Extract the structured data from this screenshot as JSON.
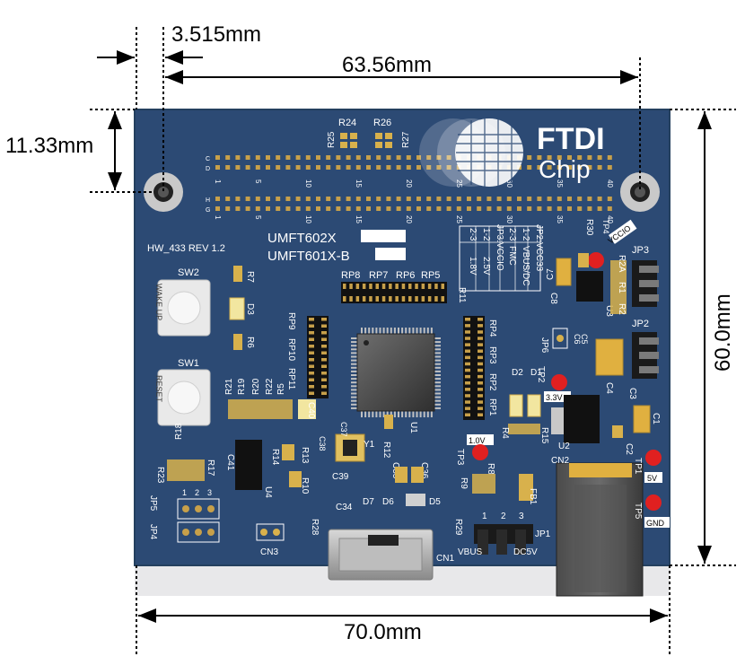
{
  "dimensions": {
    "offset_top": "3.515mm",
    "hole_span": "63.56mm",
    "hole_vertical": "11.33mm",
    "board_height": "60.0mm",
    "board_width": "70.0mm"
  },
  "board": {
    "revision": "HW_433 REV 1.2",
    "model_line1": "UMFT602X",
    "model_line2": "UMFT601X-B",
    "logo_brand": "FTDI",
    "logo_sub": "Chip",
    "colors": {
      "pcb": "#2c4a74",
      "pcb_edge": "#24405f",
      "gold": "#c7a04a",
      "silk": "#ffffff",
      "tp_red": "#e02020"
    }
  },
  "components": {
    "r24": "R24",
    "r26": "R26",
    "r25": "R25",
    "r27": "R27",
    "sw2": "SW2",
    "sw1": "SW1",
    "wake_up": "WAKE UP",
    "reset": "RESET",
    "r7": "R7",
    "d3": "D3",
    "r6": "R6",
    "rp8": "RP8",
    "rp7": "RP7",
    "rp6": "RP6",
    "rp5": "RP5",
    "r11": "R11",
    "rp9": "RP9",
    "rp10": "RP10",
    "rp11": "RP11",
    "rp4": "RP4",
    "rp3": "RP3",
    "rp2": "RP2",
    "rp1": "RP1",
    "u1": "U1",
    "r12": "R12",
    "y1": "Y1",
    "c35": "C35",
    "c36": "C36",
    "c39": "C39",
    "r21": "R21",
    "r19": "R19",
    "r20": "R20",
    "r22": "R22",
    "r5": "R5",
    "c40": "C40",
    "r18": "R18",
    "r23": "R23",
    "r17": "R17",
    "c41": "C41",
    "u4": "U4",
    "r14": "R14",
    "r13": "R13",
    "r10": "R10",
    "c37": "C37",
    "c38": "C38",
    "jp5": "JP5",
    "jp4": "JP4",
    "cn3": "CN3",
    "r28": "R28",
    "c34": "C34",
    "d7": "D7",
    "d6": "D6",
    "d5": "D5",
    "r29": "R29",
    "cn1": "CN1",
    "jp1": "JP1",
    "vbus": "VBUS",
    "dc5v": "DC5V",
    "jp1_pins": [
      "1",
      "2",
      "3"
    ],
    "jp45_pins": [
      "1",
      "2",
      "3"
    ],
    "r30": "R30",
    "tp4": "TP4",
    "vccio": "VCCIO",
    "c7": "C7",
    "c8": "C8",
    "r2a": "R2A",
    "r1": "R1",
    "r2": "R2",
    "u3": "U3",
    "jp3": "JP3",
    "jp2": "JP2",
    "jp6": "JP6",
    "c6": "C6",
    "c5": "C5",
    "c4": "C4",
    "c3": "C3",
    "d2": "D2",
    "d1": "D1",
    "tp2": "TP2",
    "v33": "3.3V",
    "r4": "R4",
    "r15": "R15",
    "u2": "U2",
    "c1": "C1",
    "c2": "C2",
    "tp3": "TP3",
    "v10": "1.0V",
    "r8": "R8",
    "r9": "R9",
    "fb1": "FB1",
    "cn2": "CN2",
    "tp1": "TP1",
    "v5": "5V",
    "tp5": "TP5",
    "gnd": "GND"
  },
  "jumper_table": {
    "jp3_title": "JP3:VCCIO",
    "jp3_rows": [
      [
        "1-2",
        "2.5V"
      ],
      [
        "2-3",
        "1.8V"
      ]
    ],
    "jp2_title": "JP2:VCC33",
    "jp2_rows": [
      [
        "1-2",
        "VBUS/DC"
      ],
      [
        "2-3",
        "FMC"
      ]
    ]
  },
  "connector": {
    "row_c": "C",
    "row_d": "D",
    "row_h": "H",
    "row_g": "G",
    "top_numbers": [
      "1",
      "5",
      "10",
      "15",
      "20",
      "25",
      "30",
      "35",
      "40"
    ],
    "bottom_numbers": [
      "1",
      "5",
      "10",
      "15",
      "20",
      "25",
      "30",
      "35",
      "40"
    ]
  }
}
